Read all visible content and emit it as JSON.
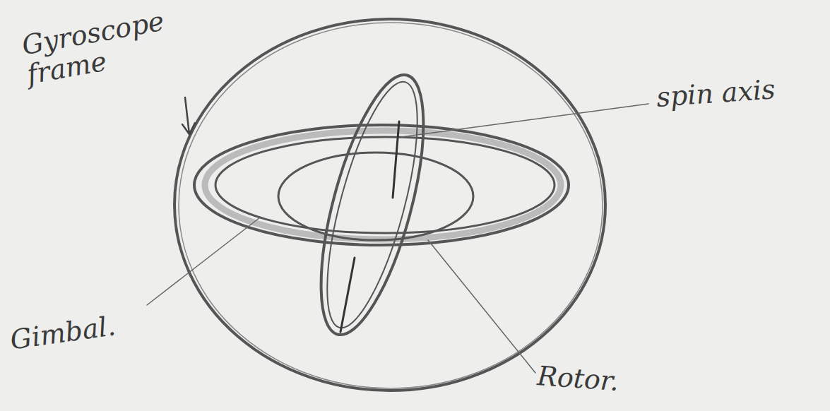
{
  "diagram": {
    "labels": [
      "Gyroscope frame",
      "spin axis",
      "Gimbal.",
      "Rotor."
    ]
  }
}
